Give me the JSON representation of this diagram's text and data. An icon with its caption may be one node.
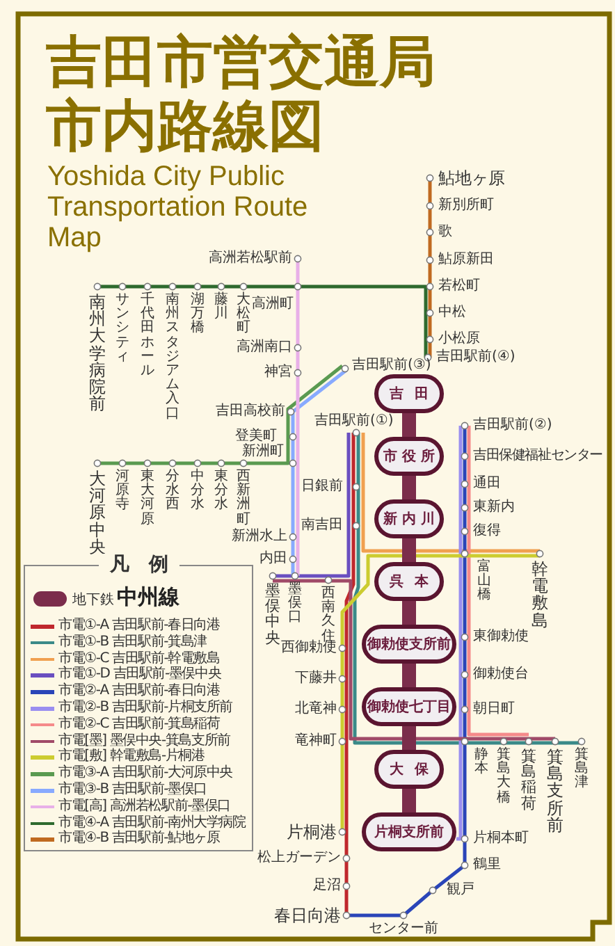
{
  "diagram": {
    "title": "吉田市営交通局市内路線図",
    "nodes": [
      {
        "text": [
          "吉田"
        ]
      },
      {
        "text": [
          "市役所"
        ]
      },
      {
        "text": [
          "新内川"
        ]
      },
      {
        "text": [
          "呉本"
        ]
      },
      {
        "text": [
          "御勅使支所前"
        ]
      },
      {
        "text": [
          "御勅使七丁目"
        ]
      },
      {
        "text": [
          "大保"
        ]
      },
      {
        "text": [
          "片桐支所前"
        ]
      }
    ],
    "edges": [
      {
        "from": 0,
        "to": 1,
        "arrow": "none"
      },
      {
        "from": 1,
        "to": 2,
        "arrow": "none"
      },
      {
        "from": 2,
        "to": 3,
        "arrow": "none"
      },
      {
        "from": 3,
        "to": 4,
        "arrow": "none"
      },
      {
        "from": 4,
        "to": 5,
        "arrow": "none"
      },
      {
        "from": 5,
        "to": 6,
        "arrow": "none"
      },
      {
        "from": 6,
        "to": 7,
        "arrow": "none"
      }
    ],
    "labels": [
      "Yoshida City Public Transportation Route Map",
      "凡　例",
      "地下鉄",
      "鮎地ヶ原",
      "新別所町",
      "歌",
      "高洲若松駅前",
      "鮎原新田",
      "若松町",
      "南州大学病院前",
      "サンシティ",
      "千代田ホール",
      "南州スタジアム入口",
      "湖万橋",
      "藤川",
      "大松町",
      "高洲町",
      "中松",
      "高洲南口",
      "小松原",
      "神宮",
      "吉田駅前(③)",
      "吉田駅前(④)",
      "吉田高校前",
      "吉田駅前(①)",
      "吉田駅前(②)",
      "吉田保健福祉センター",
      "登美町",
      "新洲町",
      "大河原中央",
      "河原寺",
      "東大河原",
      "分水西",
      "中分水",
      "東分水",
      "西新洲町",
      "日銀前",
      "通田",
      "新洲水上",
      "東新内",
      "内田",
      "南吉田",
      "復得",
      "墨俣中央",
      "墨俣口",
      "西南久住",
      "富山橋",
      "幹電敷島",
      "西御勅使",
      "東御勅使",
      "下藤井",
      "御勅使台",
      "北竜神",
      "朝日町",
      "竜神町",
      "静本",
      "箕島大橋",
      "箕島稲荷",
      "箕島支所前",
      "箕島津",
      "片桐港",
      "片桐本町",
      "松上ガーデン",
      "鶴里",
      "足沼",
      "観戸",
      "春日向港",
      "センター前"
    ],
    "legend": [
      {
        "text": "中州線",
        "color": "#7b2d4b"
      },
      {
        "text": "市電①-A 吉田駅前-春日向港",
        "color": "#c0282d"
      },
      {
        "text": "市電①-B 吉田駅前-箕島津",
        "color": "#3a8a88"
      },
      {
        "text": "市電①-C 吉田駅前-幹電敷島",
        "color": "#f0a050"
      },
      {
        "text": "市電①-D 吉田駅前-墨俣中央",
        "color": "#6a4fc0"
      },
      {
        "text": "市電②-A 吉田駅前-春日向港",
        "color": "#2a45b8"
      },
      {
        "text": "市電②-B 吉田駅前-片桐支所前",
        "color": "#9a8ef0"
      },
      {
        "text": "市電②-C 吉田駅前-箕島稲荷",
        "color": "#f58a8a"
      },
      {
        "text": "市電[墨] 墨俣中央-箕島支所前",
        "color": "#a04a68"
      },
      {
        "text": "市電[敷] 幹電敷島-片桐港",
        "color": "#cccc30"
      },
      {
        "text": "市電③-A 吉田駅前-大河原中央",
        "color": "#5a9a50"
      },
      {
        "text": "市電③-B 吉田駅前-墨俣口",
        "color": "#88aaff"
      },
      {
        "text": "市電[高] 高洲若松駅前-墨俣口",
        "color": "#e8b0e8"
      },
      {
        "text": "市電④-A 吉田駅前-南州大学病院",
        "color": "#2e6a2e"
      },
      {
        "text": "市電④-B 吉田駅前-鮎地ヶ原",
        "color": "#c06a20"
      }
    ]
  }
}
